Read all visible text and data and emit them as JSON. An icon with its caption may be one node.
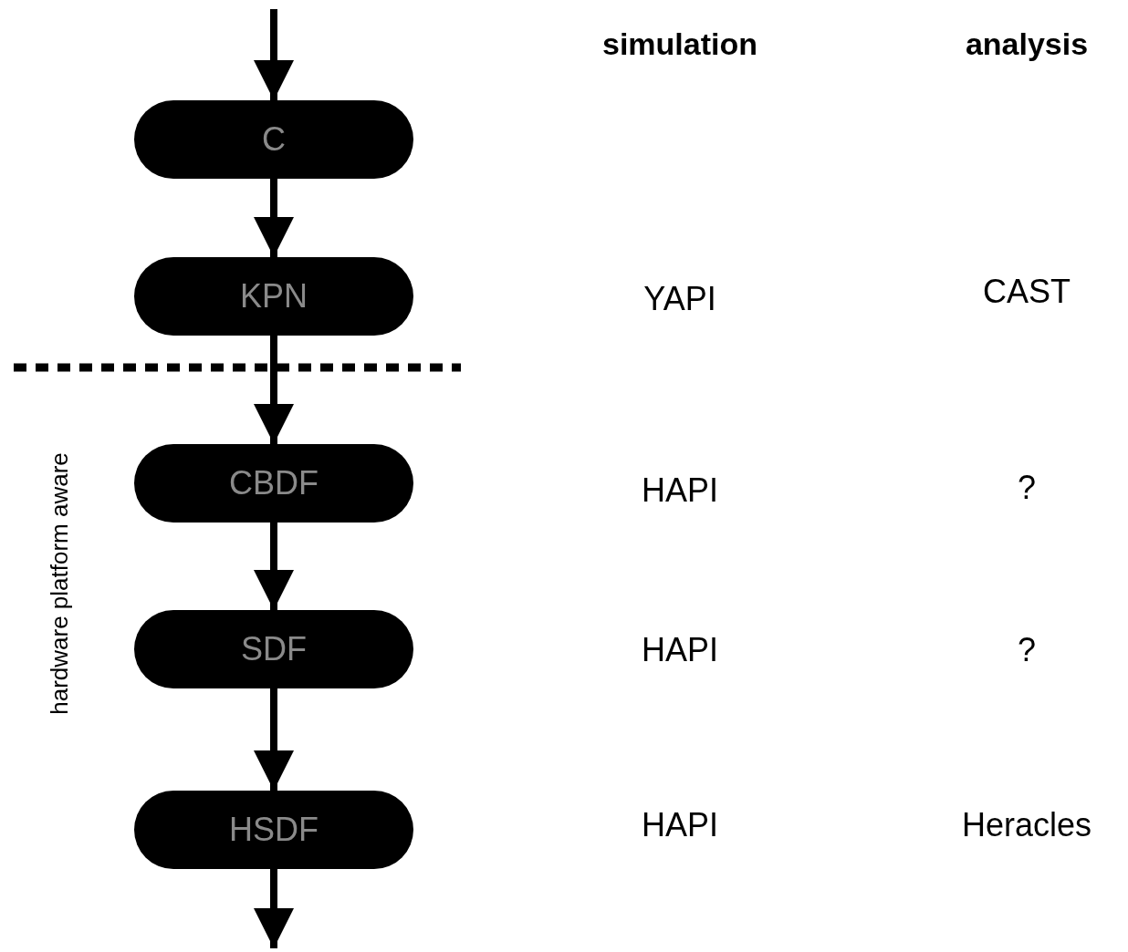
{
  "diagram": {
    "nodes": [
      {
        "text": [
          "C"
        ]
      },
      {
        "text": [
          "KPN"
        ]
      },
      {
        "text": [
          "CBDF"
        ]
      },
      {
        "text": [
          "SDF"
        ]
      },
      {
        "text": [
          "HSDF"
        ]
      }
    ],
    "edges": [
      {
        "from": null,
        "to": 0,
        "arrow": "to"
      },
      {
        "from": 0,
        "to": 1,
        "arrow": "to"
      },
      {
        "from": 1,
        "to": 2,
        "arrow": "to"
      },
      {
        "from": 2,
        "to": 3,
        "arrow": "to"
      },
      {
        "from": 3,
        "to": 4,
        "arrow": "to"
      },
      {
        "from": 4,
        "to": null,
        "arrow": "to"
      }
    ],
    "labels": [
      "simulation",
      "analysis",
      "YAPI",
      "CAST",
      "HAPI",
      "?",
      "HAPI",
      "?",
      "HAPI",
      "Heracles",
      "hardware platform aware"
    ]
  }
}
